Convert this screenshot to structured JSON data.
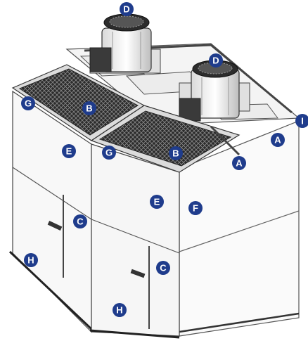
{
  "callouts": [
    {
      "id": "callout-d-left",
      "letter": "D",
      "color": "#1f3c8c"
    },
    {
      "id": "callout-d-right",
      "letter": "D",
      "color": "#1f3c8c"
    },
    {
      "id": "callout-g-left",
      "letter": "G",
      "color": "#1f3c8c"
    },
    {
      "id": "callout-b-left",
      "letter": "B",
      "color": "#1f3c8c"
    },
    {
      "id": "callout-i",
      "letter": "I",
      "color": "#1f3c8c"
    },
    {
      "id": "callout-a-upper",
      "letter": "A",
      "color": "#1f3c8c"
    },
    {
      "id": "callout-e-left",
      "letter": "E",
      "color": "#1f3c8c"
    },
    {
      "id": "callout-g-right",
      "letter": "G",
      "color": "#1f3c8c"
    },
    {
      "id": "callout-b-right",
      "letter": "B",
      "color": "#1f3c8c"
    },
    {
      "id": "callout-a-lower",
      "letter": "A",
      "color": "#1f3c8c"
    },
    {
      "id": "callout-e-right",
      "letter": "E",
      "color": "#1f3c8c"
    },
    {
      "id": "callout-f",
      "letter": "F",
      "color": "#1f3c8c"
    },
    {
      "id": "callout-c-left",
      "letter": "C",
      "color": "#1f3c8c"
    },
    {
      "id": "callout-h-left",
      "letter": "H",
      "color": "#1f3c8c"
    },
    {
      "id": "callout-c-right",
      "letter": "C",
      "color": "#1f3c8c"
    },
    {
      "id": "callout-h-right",
      "letter": "H",
      "color": "#1f3c8c"
    }
  ]
}
